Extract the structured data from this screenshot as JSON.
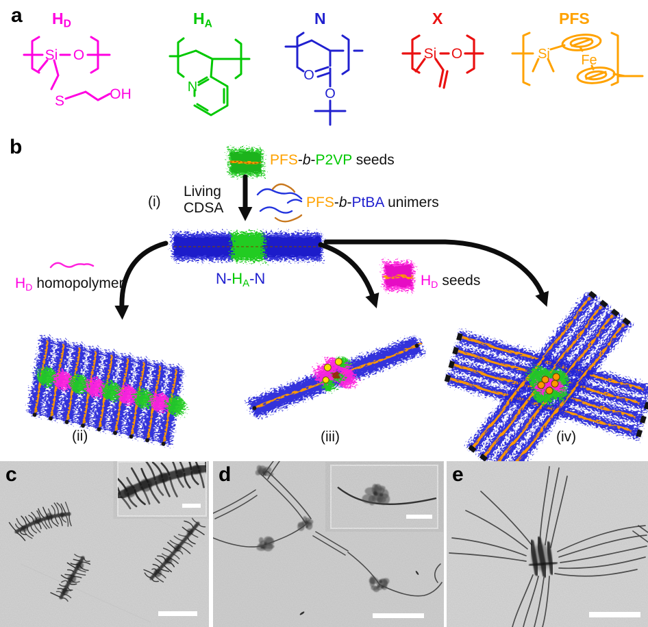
{
  "figure": {
    "panel_a": {
      "label": "a",
      "monomers": [
        {
          "id": "HD",
          "label_main": "H",
          "label_sub": "D",
          "color": "#ff00e0",
          "atoms": {
            "si": "Si",
            "o": "O",
            "s": "S",
            "oh": "OH"
          }
        },
        {
          "id": "HA",
          "label_main": "H",
          "label_sub": "A",
          "color": "#00c800",
          "atoms": {
            "n": "N"
          }
        },
        {
          "id": "N",
          "label_main": "N",
          "label_sub": "",
          "color": "#2020cf",
          "atoms": {
            "o1": "O",
            "o2": "O"
          }
        },
        {
          "id": "X",
          "label_main": "X",
          "label_sub": "",
          "color": "#ea1111",
          "atoms": {
            "si": "Si",
            "o": "O"
          }
        },
        {
          "id": "PFS",
          "label_main": "PFS",
          "label_sub": "",
          "color": "#ffa200",
          "atoms": {
            "si": "Si",
            "fe": "Fe"
          }
        }
      ]
    },
    "panel_b": {
      "label": "b",
      "seed_caption": {
        "pfs": "PFS",
        "d1": "-",
        "b": "b",
        "d2": "-",
        "p2vp": "P2VP",
        "rest": " seeds"
      },
      "step_i": "(i)",
      "living": "Living",
      "cdsa": "CDSA",
      "unimer_caption": {
        "pfs": "PFS",
        "d1": "-",
        "b": "b",
        "d2": "-",
        "ptba": "PtBA",
        "rest": " unimers"
      },
      "center_caption": {
        "n1": "N",
        "d1": "-",
        "h": "H",
        "h_sub": "A",
        "d2": "-",
        "n2": "N"
      },
      "hd_homopolymer": {
        "h": "H",
        "h_sub": "D",
        "rest": " homopolymer"
      },
      "hd_seeds": {
        "h": "H",
        "h_sub": "D",
        "rest": " seeds"
      },
      "step_ii": "(ii)",
      "step_iii": "(iii)",
      "step_iv": "(iv)"
    },
    "panel_c": {
      "label": "c"
    },
    "panel_d": {
      "label": "d"
    },
    "panel_e": {
      "label": "e"
    },
    "colors": {
      "magenta": "#ff00e0",
      "green": "#00c800",
      "blue": "#2020cf",
      "red": "#ea1111",
      "orange": "#ffa200",
      "micelle_blue": "#2424d8",
      "micelle_green": "#23cc23",
      "micelle_magenta": "#ff22dd",
      "core_orange": "#ff9900",
      "arrow": "#0d0d0d"
    }
  }
}
